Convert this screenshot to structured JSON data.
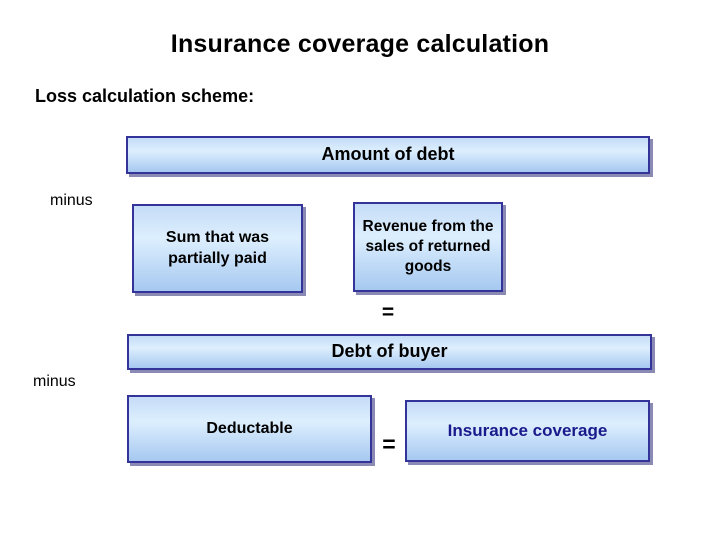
{
  "page": {
    "title": "Insurance coverage calculation",
    "subtitle": "Loss calculation scheme:"
  },
  "boxes": {
    "amount_of_debt": "Amount of debt",
    "sum_partially_paid": "Sum that was partially paid",
    "revenue_returned_goods": "Revenue from the sales of returned goods",
    "debt_of_buyer": "Debt of buyer",
    "deductable": "Deductable",
    "insurance_coverage": "Insurance coverage"
  },
  "operators": {
    "minus_1": "minus",
    "minus_2": "minus",
    "equals_1": "=",
    "equals_2": "="
  },
  "colors": {
    "background": "#ffffff",
    "text": "#000000",
    "box_border": "#333399",
    "box_gradient_top": "#c5dcf7",
    "box_gradient_mid": "#ddeffe",
    "box_gradient_bottom": "#a6c8f0",
    "shadow": "#8a8ab5",
    "insurance_text": "#1a1a8c"
  }
}
